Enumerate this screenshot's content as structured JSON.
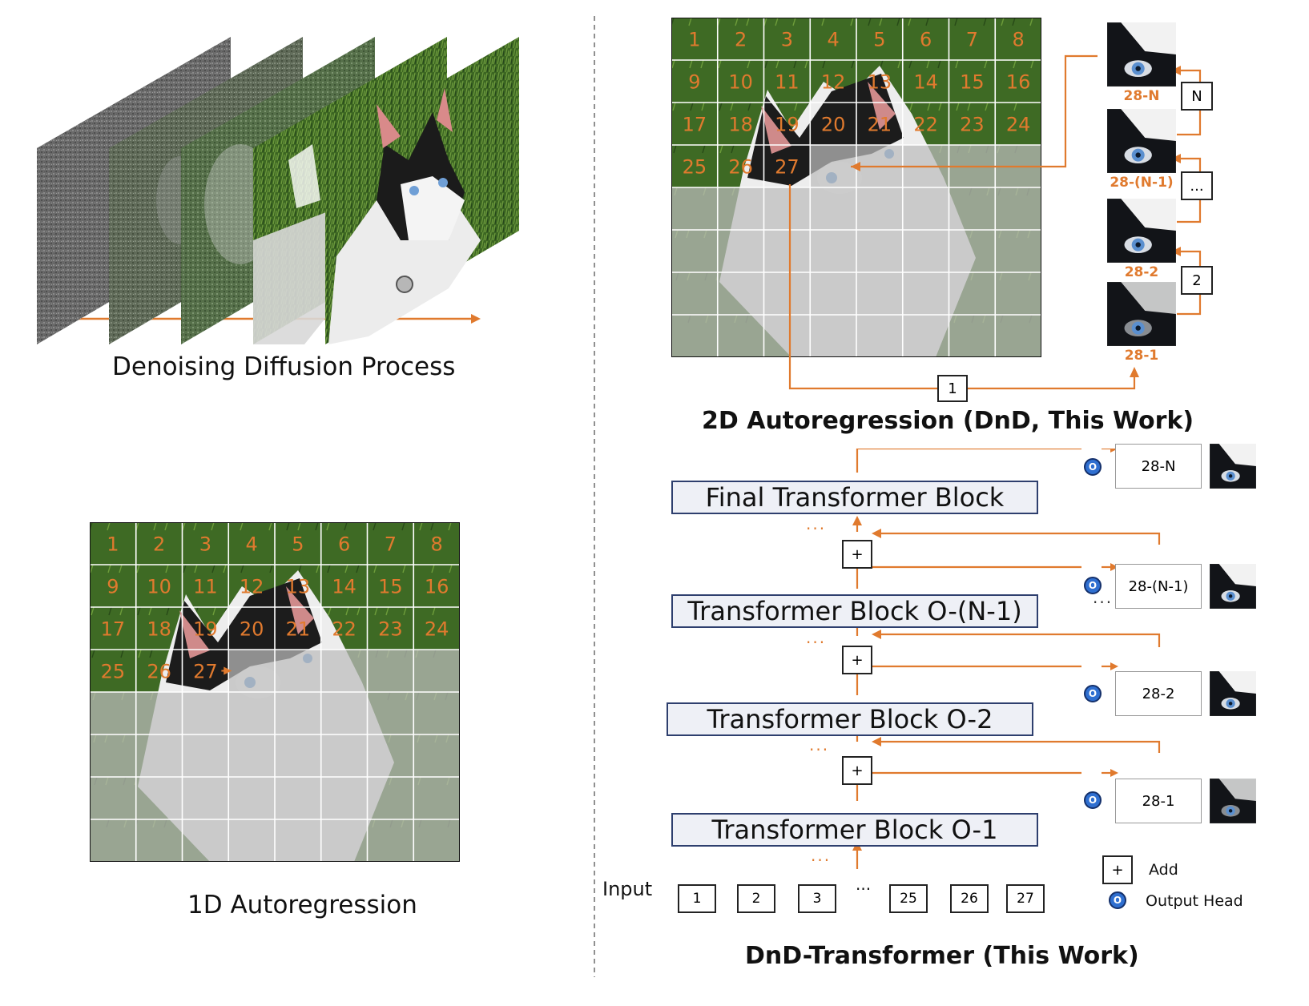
{
  "colors": {
    "accent": "#e07a2e",
    "block_fill": "#eef0f6",
    "block_border": "#2e3f6e",
    "head_blue": "#2f6fd0",
    "grass": "#3f6b25"
  },
  "panels": {
    "diffusion": {
      "caption": "Denoising Diffusion Process"
    },
    "ar1d": {
      "caption": "1D Autoregression",
      "visible_tokens": [
        "1",
        "2",
        "3",
        "4",
        "5",
        "6",
        "7",
        "8",
        "9",
        "10",
        "11",
        "12",
        "13",
        "14",
        "15",
        "16",
        "17",
        "18",
        "19",
        "20",
        "21",
        "22",
        "23",
        "24",
        "25",
        "26",
        "27"
      ]
    },
    "ar2d": {
      "caption": "2D Autoregression (DnD, This Work)",
      "visible_tokens": [
        "1",
        "2",
        "3",
        "4",
        "5",
        "6",
        "7",
        "8",
        "9",
        "10",
        "11",
        "12",
        "13",
        "14",
        "15",
        "16",
        "17",
        "18",
        "19",
        "20",
        "21",
        "22",
        "23",
        "24",
        "25",
        "26",
        "27"
      ],
      "refinements": [
        {
          "label": "28-N"
        },
        {
          "label": "28-(N-1)"
        },
        {
          "label": "28-2"
        },
        {
          "label": "28-1"
        }
      ],
      "step_labels": {
        "n": "N",
        "mid": "...",
        "two": "2",
        "one": "1"
      }
    },
    "dnd": {
      "caption": "DnD-Transformer (This Work)",
      "blocks": {
        "final": "Final Transformer Block",
        "n_minus_1": "Transformer Block O-(N-1)",
        "two": "Transformer Block O-2",
        "one": "Transformer Block O-1"
      },
      "ellipsis": "...",
      "plus": "+",
      "head": "O",
      "outputs": {
        "n": "28-N",
        "n_minus_1": "28-(N-1)",
        "two": "28-2",
        "one": "28-1"
      },
      "input_label": "Input",
      "inputs": [
        "1",
        "2",
        "3",
        "...",
        "25",
        "26",
        "27"
      ],
      "legend": {
        "add_symbol": "+",
        "add": "Add",
        "head_symbol": "O",
        "head": "Output Head"
      }
    }
  }
}
